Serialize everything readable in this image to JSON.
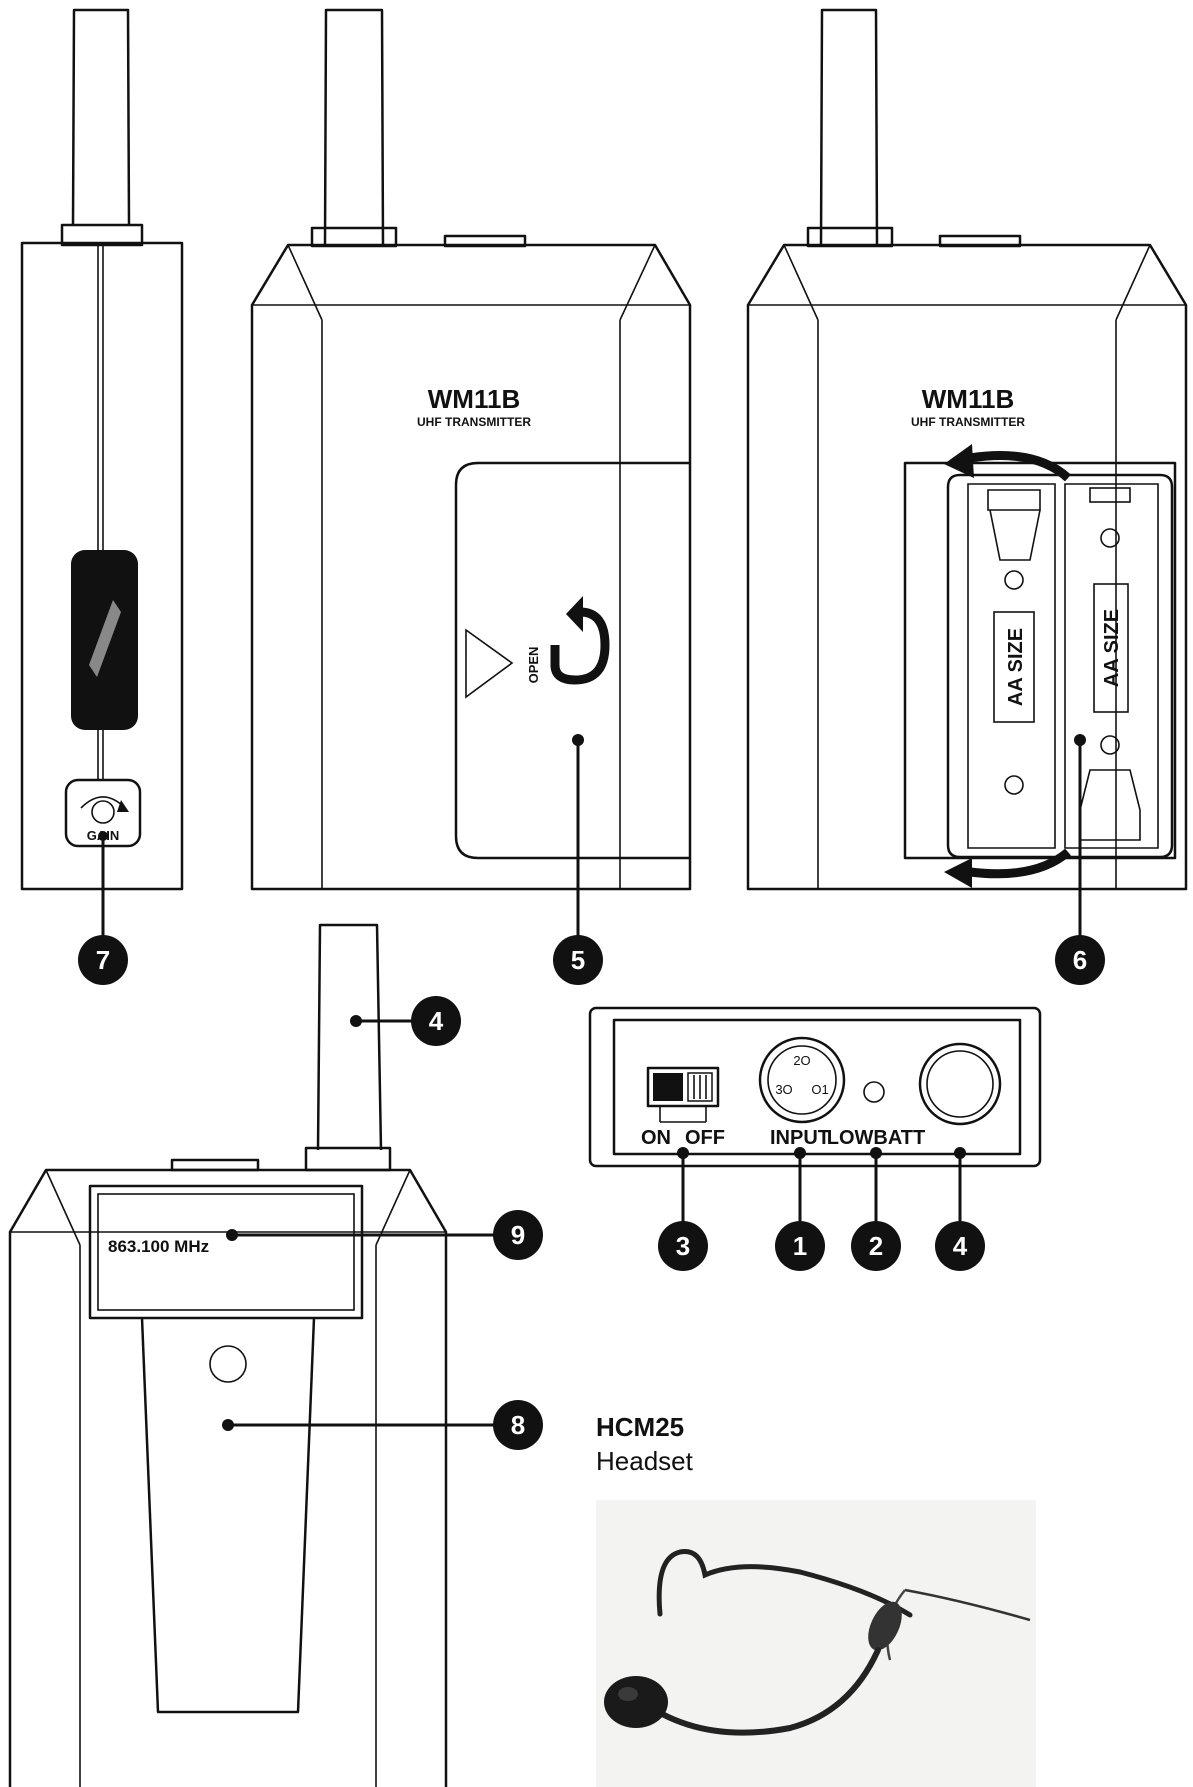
{
  "devices": {
    "model": "WM11B",
    "subtitle": "UHF TRANSMITTER",
    "gain_label": "GAIN",
    "open_label": "OPEN",
    "battery_label": "AA  SIZE",
    "switch_on": "ON",
    "switch_off": "OFF",
    "input_label": "INPUT",
    "lowbatt_label": "LOWBATT",
    "frequency": "863.100 MHz",
    "pin_labels": [
      "2O",
      "3O",
      "O1"
    ]
  },
  "callouts": [
    {
      "id": "7",
      "label": "7"
    },
    {
      "id": "5",
      "label": "5"
    },
    {
      "id": "6",
      "label": "6"
    },
    {
      "id": "4a",
      "label": "4"
    },
    {
      "id": "3",
      "label": "3"
    },
    {
      "id": "1",
      "label": "1"
    },
    {
      "id": "2",
      "label": "2"
    },
    {
      "id": "4b",
      "label": "4"
    },
    {
      "id": "9",
      "label": "9"
    },
    {
      "id": "8",
      "label": "8"
    }
  ],
  "headset": {
    "model": "HCM25",
    "name": "Headset"
  }
}
